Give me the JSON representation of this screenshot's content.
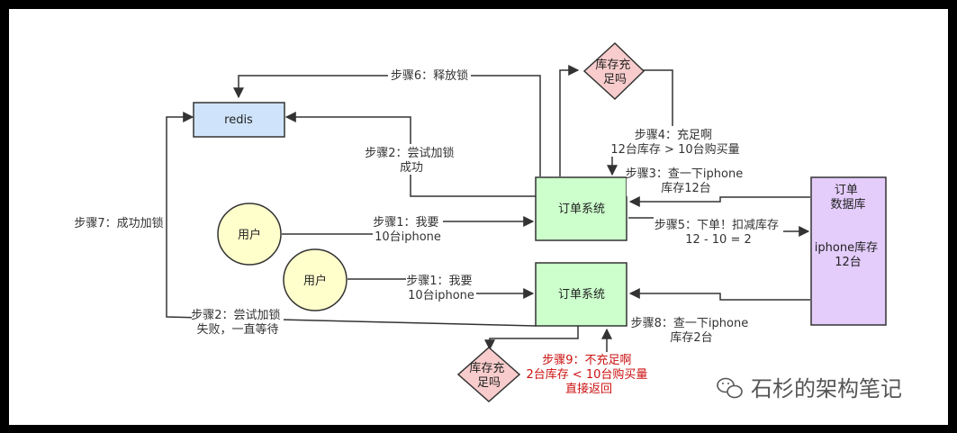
{
  "colors": {
    "redis_fill": "#cfe4fb",
    "order_fill": "#ccffcc",
    "user_fill": "#ffffcc",
    "diamond_fill": "#f8cccc",
    "db_fill": "#e4ccfb",
    "stroke": "#333333",
    "red_text": "#cc1111"
  },
  "nodes": {
    "redis": "redis",
    "order_system_1": "订单系统",
    "order_system_2": "订单系统",
    "user_1": "用户",
    "user_2": "用户",
    "diamond_1": [
      "库存充",
      "足吗"
    ],
    "diamond_2": [
      "库存充",
      "足吗"
    ],
    "db_title": [
      "订单",
      "数据库"
    ],
    "db_stock": [
      "iphone库存",
      "12台"
    ]
  },
  "labels": {
    "step6": "步骤6：释放锁",
    "step4": [
      "步骤4：充足啊",
      "12台库存 > 10台购买量"
    ],
    "step2_success": [
      "步骤2：尝试加锁",
      "成功"
    ],
    "step3": [
      "步骤3：查一下iphone",
      "库存12台"
    ],
    "step7": "步骤7：成功加锁",
    "step1_a": [
      "步骤1：我要",
      "10台iphone"
    ],
    "step5": [
      "步骤5：下单！扣减库存",
      "12 - 10 = 2"
    ],
    "step1_b": [
      "步骤1：我要",
      "10台iphone"
    ],
    "step2_fail": [
      "步骤2：尝试加锁",
      "失败，一直等待"
    ],
    "step8": [
      "步骤8：查一下iphone",
      "库存2台"
    ],
    "step9": [
      "步骤9：不充足啊",
      "2台库存 < 10台购买量",
      "直接返回"
    ]
  },
  "watermark": {
    "icon": "wechat-icon",
    "text": "石杉的架构笔记"
  }
}
